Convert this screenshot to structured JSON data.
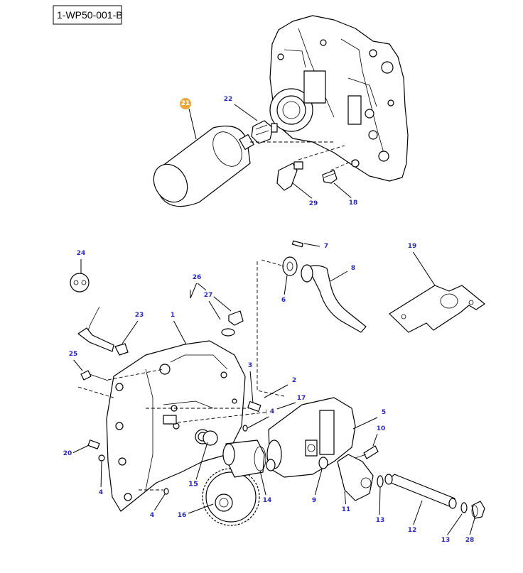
{
  "diagram": {
    "reference_code": "1-WP50-001-B",
    "highlight_color": "#e8a93a",
    "callout_text_color": "#2a2ab8"
  },
  "callouts": [
    {
      "id": "21",
      "label": "21",
      "highlighted": true
    },
    {
      "id": "22",
      "label": "22"
    },
    {
      "id": "29",
      "label": "29"
    },
    {
      "id": "18",
      "label": "18"
    },
    {
      "id": "24",
      "label": "24"
    },
    {
      "id": "7",
      "label": "7"
    },
    {
      "id": "19",
      "label": "19"
    },
    {
      "id": "26",
      "label": "26"
    },
    {
      "id": "8",
      "label": "8"
    },
    {
      "id": "6",
      "label": "6"
    },
    {
      "id": "27",
      "label": "27"
    },
    {
      "id": "23",
      "label": "23"
    },
    {
      "id": "1",
      "label": "1"
    },
    {
      "id": "25",
      "label": "25"
    },
    {
      "id": "3",
      "label": "3"
    },
    {
      "id": "2",
      "label": "2"
    },
    {
      "id": "17",
      "label": "17"
    },
    {
      "id": "4a",
      "label": "4"
    },
    {
      "id": "5",
      "label": "5"
    },
    {
      "id": "10",
      "label": "10"
    },
    {
      "id": "20",
      "label": "20"
    },
    {
      "id": "4b",
      "label": "4"
    },
    {
      "id": "15",
      "label": "15"
    },
    {
      "id": "9",
      "label": "9"
    },
    {
      "id": "14",
      "label": "14"
    },
    {
      "id": "11",
      "label": "11"
    },
    {
      "id": "16",
      "label": "16"
    },
    {
      "id": "4c",
      "label": "4"
    },
    {
      "id": "13a",
      "label": "13"
    },
    {
      "id": "12",
      "label": "12"
    },
    {
      "id": "13b",
      "label": "13"
    },
    {
      "id": "28",
      "label": "28"
    }
  ]
}
